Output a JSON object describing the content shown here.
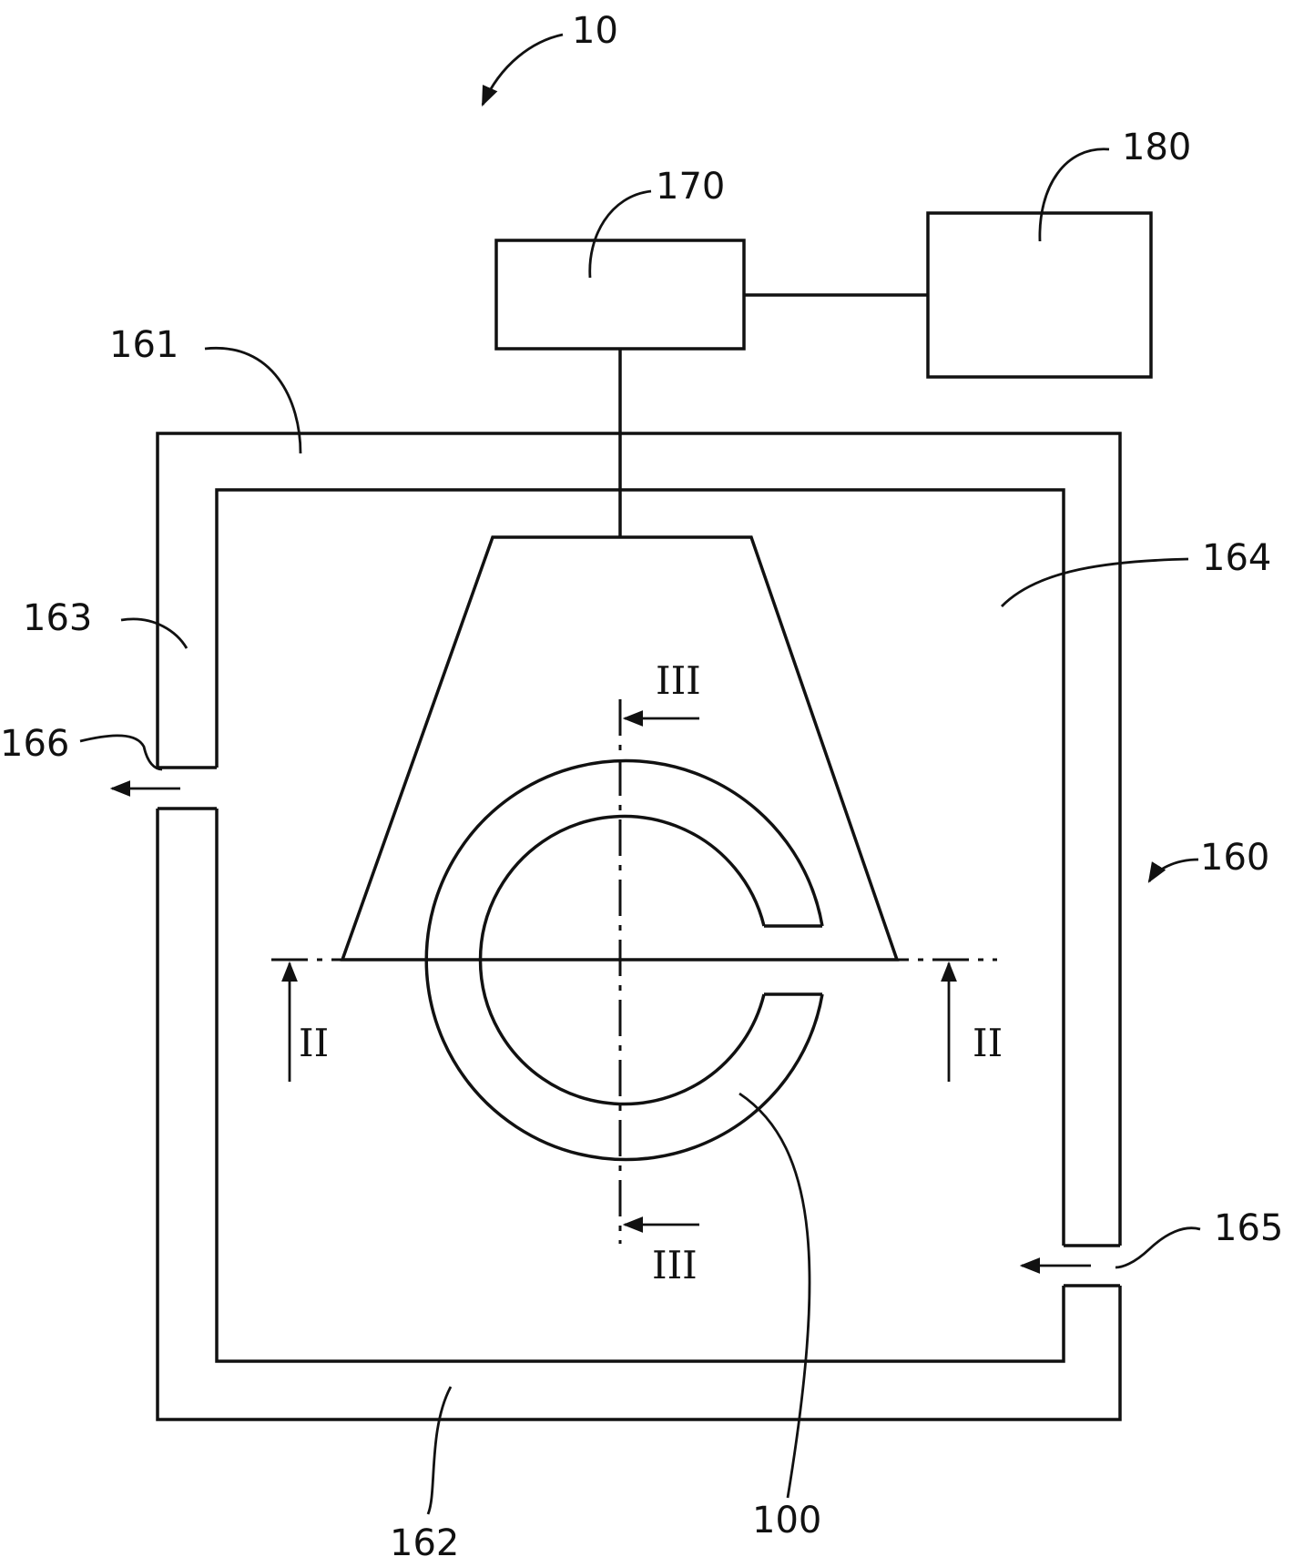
{
  "labels": {
    "assembly": "10",
    "controller": "170",
    "unit": "180",
    "enclosure": "160",
    "top_wall": "161",
    "bottom_wall": "162",
    "left_wall": "163",
    "chamber": "164",
    "inlet": "165",
    "outlet": "166",
    "workpiece": "100",
    "section_ii_left": "II",
    "section_ii_right": "II",
    "section_iii_top": "III",
    "section_iii_bottom": "III"
  }
}
